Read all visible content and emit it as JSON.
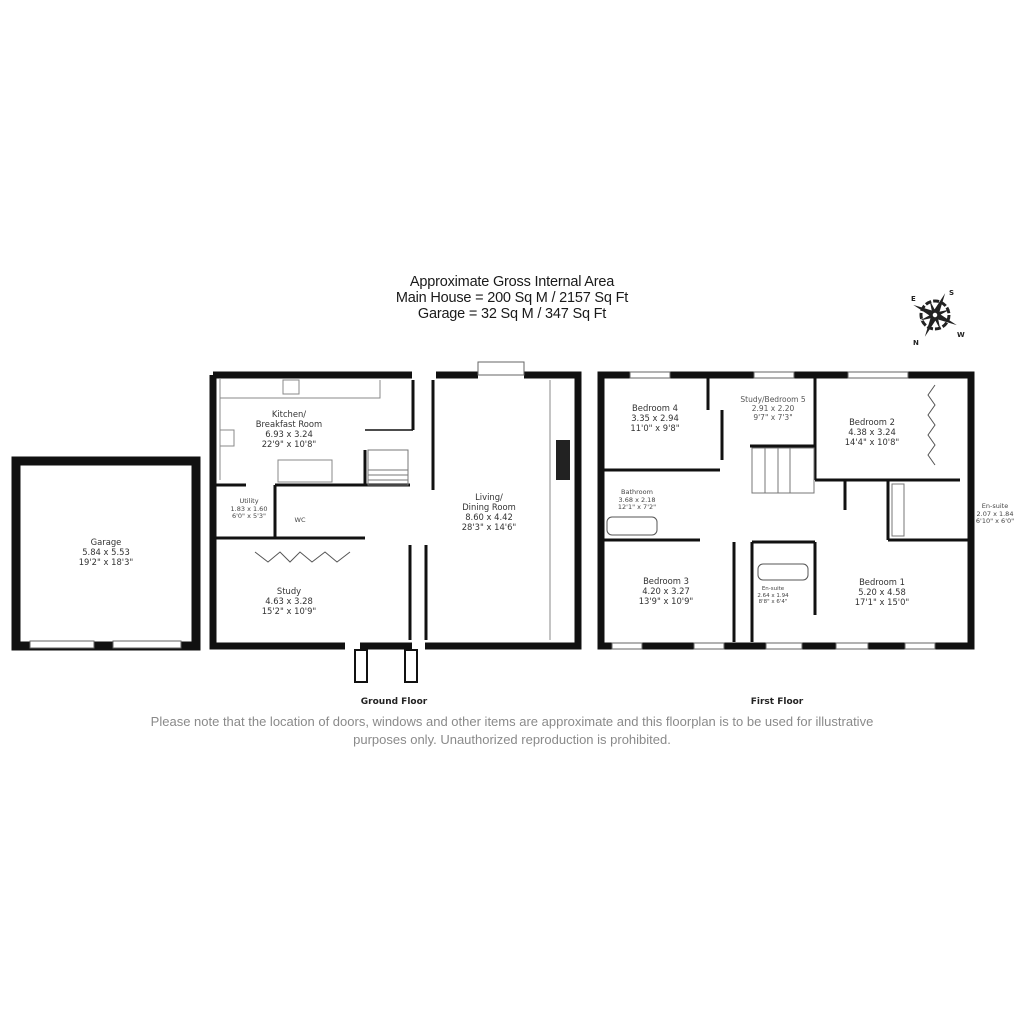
{
  "header": {
    "title": "Approximate Gross Internal Area",
    "main_house": "Main House = 200 Sq M / 2157 Sq Ft",
    "garage": "Garage = 32 Sq M / 347 Sq Ft"
  },
  "compass": {
    "labels": {
      "n": "N",
      "s": "S",
      "e": "E",
      "w": "W"
    }
  },
  "garage": {
    "name": "Garage",
    "metric": "5.84 x 5.53",
    "imperial": "19'2\" x 18'3\""
  },
  "ground_floor": {
    "label": "Ground Floor",
    "rooms": {
      "kitchen": {
        "name1": "Kitchen/",
        "name2": "Breakfast Room",
        "metric": "6.93 x 3.24",
        "imperial": "22'9\" x 10'8\""
      },
      "utility": {
        "name": "Utility",
        "metric": "1.83 x 1.60",
        "imperial": "6'0\" x 5'3\""
      },
      "wc": {
        "name": "WC"
      },
      "study": {
        "name": "Study",
        "metric": "4.63 x 3.28",
        "imperial": "15'2\" x 10'9\""
      },
      "living": {
        "name1": "Living/",
        "name2": "Dining Room",
        "metric": "8.60 x 4.42",
        "imperial": "28'3\" x 14'6\""
      }
    }
  },
  "first_floor": {
    "label": "First Floor",
    "rooms": {
      "bedroom4": {
        "name": "Bedroom 4",
        "metric": "3.35 x 2.94",
        "imperial": "11'0\" x 9'8\""
      },
      "study_bed5": {
        "name": "Study/Bedroom 5",
        "metric": "2.91 x 2.20",
        "imperial": "9'7\" x 7'3\""
      },
      "bedroom2": {
        "name": "Bedroom 2",
        "metric": "4.38 x 3.24",
        "imperial": "14'4\" x 10'8\""
      },
      "bathroom": {
        "name": "Bathroom",
        "metric": "3.68 x 2.18",
        "imperial": "12'1\" x 7'2\""
      },
      "ensuite1": {
        "name": "En-suite",
        "metric": "2.07 x 1.84",
        "imperial": "6'10\" x 6'0\""
      },
      "bedroom3": {
        "name": "Bedroom 3",
        "metric": "4.20 x 3.27",
        "imperial": "13'9\" x 10'9\""
      },
      "ensuite2": {
        "name": "En-suite",
        "metric": "2.64 x 1.94",
        "imperial": "8'8\" x 6'4\""
      },
      "bedroom1": {
        "name": "Bedroom 1",
        "metric": "5.20 x 4.58",
        "imperial": "17'1\" x 15'0\""
      }
    }
  },
  "disclaimer": {
    "line1": "Please note that the location of doors, windows and other items are approximate and this floorplan is to be used for illustrative",
    "line2": "purposes only. Unauthorized reproduction is prohibited."
  }
}
